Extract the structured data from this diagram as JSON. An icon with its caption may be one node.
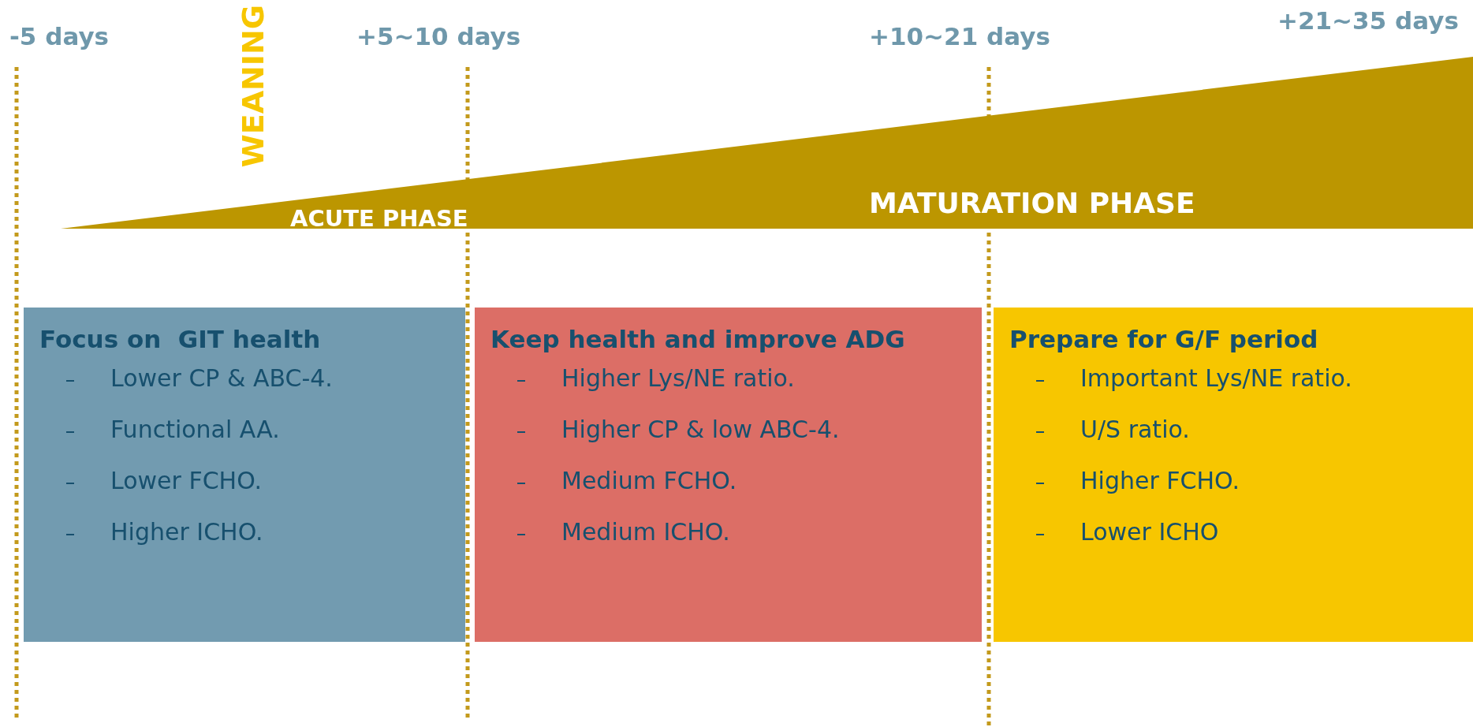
{
  "diagram": {
    "nodes": [
      {
        "text": [
          "ACUTE PHASE",
          "MATURATION PHASE"
        ]
      },
      {
        "text": [
          "Focus on  GIT health",
          "Lower CP & ABC-4.",
          "Functional AA.",
          "Lower FCHO.",
          "Higher ICHO."
        ]
      },
      {
        "text": [
          "Keep health and improve ADG",
          "Higher Lys/NE ratio.",
          "Higher CP & low ABC-4.",
          "Medium FCHO.",
          "Medium ICHO."
        ]
      },
      {
        "text": [
          "Prepare for G/F period",
          "Important Lys/NE ratio.",
          "U/S ratio.",
          "Higher FCHO.",
          "Lower ICHO"
        ]
      }
    ],
    "labels": [
      "-5 days",
      "WEANING",
      "+5~10 days",
      "+10~21 days",
      "+21~35 days"
    ]
  }
}
